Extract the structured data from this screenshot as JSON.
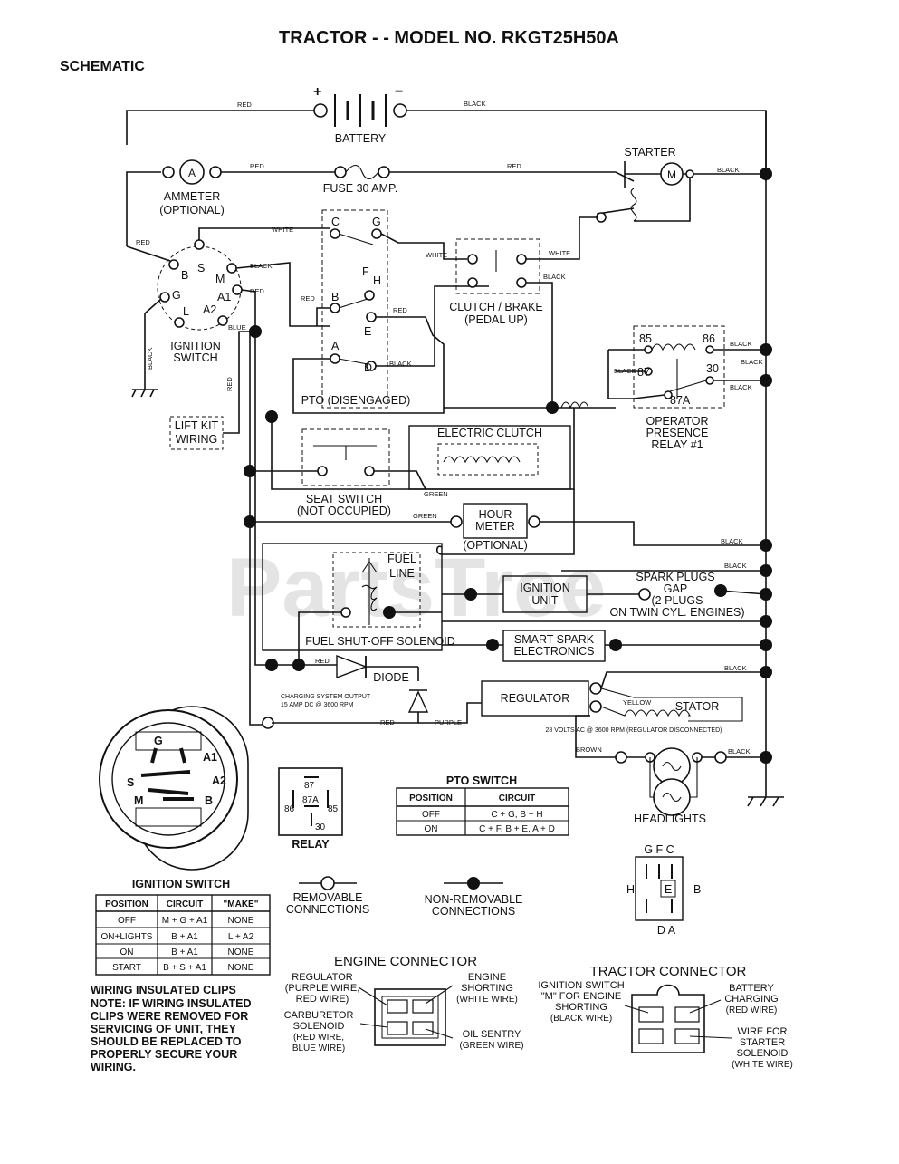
{
  "title": "TRACTOR - - MODEL NO. RKGT25H50A",
  "subtitle": "SCHEMATIC",
  "watermark": "PartsTree",
  "components": {
    "battery": "BATTERY",
    "battery_plus": "+",
    "battery_minus": "−",
    "starter": "STARTER",
    "starter_motor": "M",
    "ammeter_symbol": "A",
    "ammeter_1": "AMMETER",
    "ammeter_2": "(OPTIONAL)",
    "fuse": "FUSE 30 AMP.",
    "ignition_switch_1": "IGNITION",
    "ignition_switch_2": "SWITCH",
    "lift_kit_1": "LIFT KIT",
    "lift_kit_2": "WIRING",
    "pto": "PTO (DISENGAGED)",
    "clutch_brake_1": "CLUTCH / BRAKE",
    "clutch_brake_2": "(PEDAL UP)",
    "electric_clutch": "ELECTRIC CLUTCH",
    "relay_1": "OPERATOR",
    "relay_2": "PRESENCE",
    "relay_3": "RELAY #1",
    "seat_switch_1": "SEAT SWITCH",
    "seat_switch_2": "(NOT OCCUPIED)",
    "hour_meter_1": "HOUR",
    "hour_meter_2": "METER",
    "hour_meter_3": "(OPTIONAL)",
    "fuel_line_1": "FUEL",
    "fuel_line_2": "LINE",
    "ignition_unit_1": "IGNITION",
    "ignition_unit_2": "UNIT",
    "spark_1": "SPARK PLUGS",
    "spark_2": "GAP",
    "spark_3": "(2 PLUGS",
    "spark_4": "ON TWIN CYL. ENGINES)",
    "fuel_solenoid": "FUEL SHUT-OFF SOLENOID",
    "smart_spark_1": "SMART SPARK",
    "smart_spark_2": "ELECTRONICS",
    "diode": "DIODE",
    "regulator": "REGULATOR",
    "stator": "STATOR",
    "charging_1": "CHARGING SYSTEM OUTPUT",
    "charging_2": "15 AMP DC @ 3600 RPM",
    "stator_note": "28 VOLTS AC @ 3600 RPM (REGULATOR DISCONNECTED)",
    "headlights": "HEADLIGHTS"
  },
  "terminal_labels": {
    "ign": [
      "B",
      "S",
      "M",
      "G",
      "A1",
      "L",
      "A2"
    ],
    "pto": [
      "C",
      "G",
      "F",
      "H",
      "B",
      "E",
      "A",
      "D"
    ],
    "relay": [
      "85",
      "86",
      "87",
      "30",
      "87A"
    ]
  },
  "wire_colors": {
    "red": "RED",
    "black": "BLACK",
    "white": "WHITE",
    "green": "GREEN",
    "yellow": "YELLOW",
    "purple": "PURPLE",
    "brown": "BROWN",
    "blue": "BLUE"
  },
  "relay_diagram": {
    "title": "RELAY",
    "pins": [
      "87",
      "86",
      "87A",
      "85",
      "30"
    ]
  },
  "pto_switch_table": {
    "title": "PTO SWITCH",
    "headers": [
      "POSITION",
      "CIRCUIT"
    ],
    "rows": [
      [
        "OFF",
        "C + G, B + H"
      ],
      [
        "ON",
        "C + F, B + E, A + D"
      ]
    ]
  },
  "ignition_switch_table": {
    "title": "IGNITION SWITCH",
    "headers": [
      "POSITION",
      "CIRCUIT",
      "\"MAKE\""
    ],
    "rows": [
      [
        "OFF",
        "M + G + A1",
        "NONE"
      ],
      [
        "ON+LIGHTS",
        "B + A1",
        "L + A2"
      ],
      [
        "ON",
        "B + A1",
        "NONE"
      ],
      [
        "START",
        "B + S + A1",
        "NONE"
      ]
    ]
  },
  "plug_labels": [
    "G",
    "A1",
    "S",
    "A2",
    "M",
    "B"
  ],
  "legend": {
    "removable_1": "REMOVABLE",
    "removable_2": "CONNECTIONS",
    "nonremovable_1": "NON-REMOVABLE",
    "nonremovable_2": "CONNECTIONS"
  },
  "pto_connector_letters": {
    "top": "G F C",
    "left": "H",
    "mid": "E",
    "right": "B",
    "bottom": "D A"
  },
  "clips_note": {
    "title": "WIRING INSULATED CLIPS",
    "lines": [
      "NOTE: IF WIRING INSULATED",
      "CLIPS WERE REMOVED FOR",
      "SERVICING OF UNIT, THEY",
      "SHOULD BE REPLACED TO",
      "PROPERLY SECURE YOUR",
      "WIRING."
    ]
  },
  "engine_connector": {
    "title": "ENGINE CONNECTOR",
    "regulator": [
      "REGULATOR",
      "(PURPLE WIRE,",
      "RED WIRE)"
    ],
    "shorting": [
      "ENGINE",
      "SHORTING",
      "(WHITE WIRE)"
    ],
    "carburetor": [
      "CARBURETOR",
      "SOLENOID",
      "(RED WIRE,",
      "BLUE WIRE)"
    ],
    "oil": [
      "OIL SENTRY",
      "(GREEN WIRE)"
    ]
  },
  "tractor_connector": {
    "title": "TRACTOR CONNECTOR",
    "ign": [
      "IGNITION SWITCH",
      "\"M\" FOR ENGINE",
      "SHORTING",
      "(BLACK WIRE)"
    ],
    "battery": [
      "BATTERY",
      "CHARGING",
      "(RED WIRE)"
    ],
    "starter": [
      "WIRE FOR",
      "STARTER",
      "SOLENOID",
      "(WHITE WIRE)"
    ]
  }
}
